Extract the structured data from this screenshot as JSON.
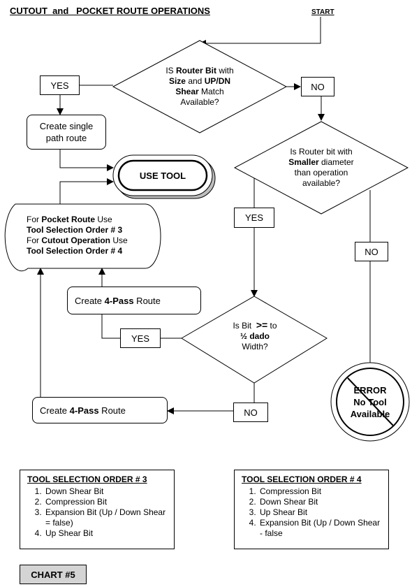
{
  "title": "CUTOUT  and   POCKET ROUTE OPERATIONS",
  "start_label": "START",
  "decision1": {
    "l1a": "IS ",
    "l1b": "Router Bit",
    "l1c": " with",
    "l2a": "Size",
    "l2b": " and ",
    "l2c": "UP/DN",
    "l3a": "Shear",
    "l3b": "  Match",
    "l4": "Available?"
  },
  "yes1": "YES",
  "no1": "NO",
  "single_path": {
    "l1": "Create single",
    "l2": "path route"
  },
  "use_tool": "USE TOOL",
  "decision2": {
    "l1": "Is  Router bit with",
    "l2a": "Smaller",
    "l2b": " diameter",
    "l3": "than operation",
    "l4": "available?"
  },
  "yes2": "YES",
  "no2": "NO",
  "pocket_note": {
    "l1a": "For  ",
    "l1b": "Pocket  Route",
    "l1c": "  Use",
    "l2": "Tool Selection Order # 3",
    "l3a": "For  ",
    "l3b": "Cutout Operation",
    "l3c": " Use",
    "l4": "Tool Selection Order # 4"
  },
  "four_pass_top": {
    "pre": "Create ",
    "bold": "4-Pass",
    "post": " Route"
  },
  "yes3": "YES",
  "decision3": {
    "l1a": "Is Bit  ",
    "l1b": ">=",
    "l1c": " to",
    "l2": "½ dado",
    "l3": "Width?"
  },
  "no3": "NO",
  "four_pass_bottom": {
    "pre": "Create ",
    "bold": "4-Pass",
    "post": " Route"
  },
  "error": {
    "l1": "ERROR",
    "l2": "No Tool",
    "l3": "Available"
  },
  "order3": {
    "heading": "TOOL SELECTION ORDER  # 3",
    "items": [
      "Down Shear Bit",
      "Compression Bit",
      "Expansion Bit (Up / Down Shear = false)",
      "Up Shear Bit"
    ]
  },
  "order4": {
    "heading": "TOOL SELECTION ORDER # 4",
    "items": [
      "Compression Bit",
      "Down Shear Bit",
      "Up Shear Bit",
      "Expansion Bit (Up / Down Shear - false"
    ]
  },
  "chart_label": "CHART #5"
}
